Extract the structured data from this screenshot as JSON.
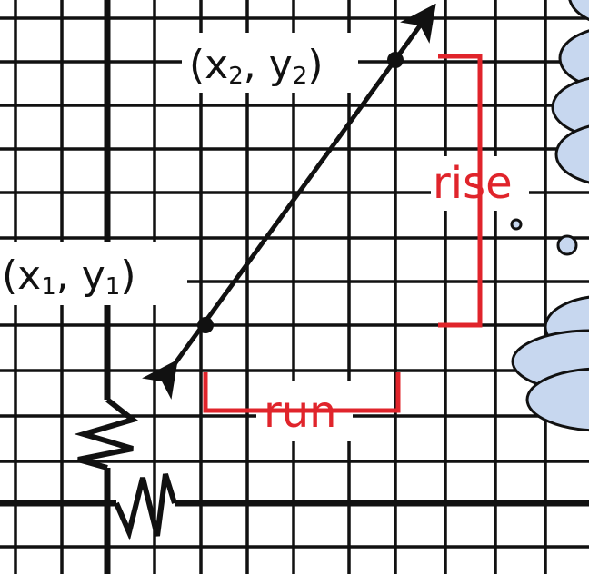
{
  "labels": {
    "point2": {
      "open": "(x",
      "sub_x": "2",
      "mid": ", y",
      "sub_y": "2",
      "close": ")"
    },
    "point1": {
      "open": "(x",
      "sub_x": "1",
      "mid": ", y",
      "sub_y": "1",
      "close": ")"
    },
    "rise": "rise",
    "run": "run"
  },
  "colors": {
    "grid": "#111111",
    "line": "#111111",
    "accent_red": "#e0242b",
    "cloud_fill": "#c7d7ef",
    "cloud_stroke": "#111111",
    "background": "#ffffff"
  },
  "icons": {
    "break_marks": "zigzag-axis-break-icon",
    "clouds": "thought-cloud-icon"
  }
}
